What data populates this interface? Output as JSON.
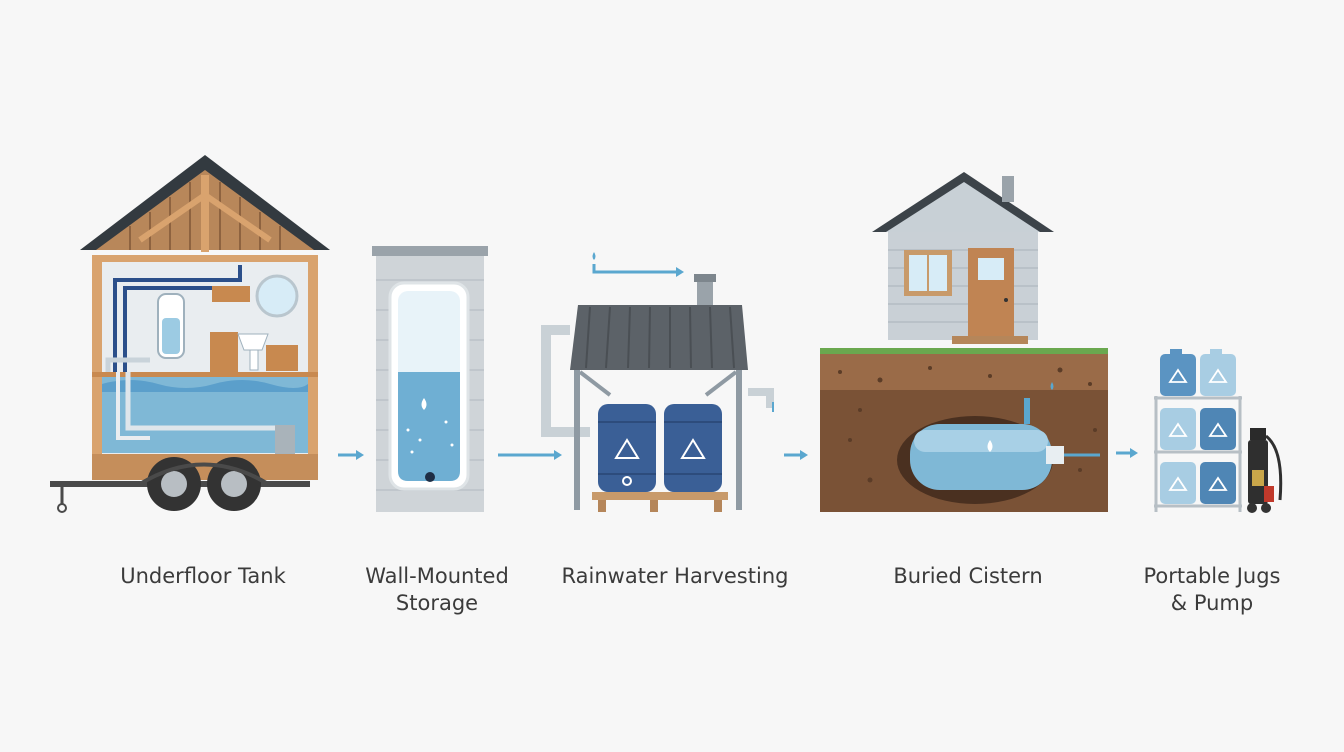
{
  "steps": [
    {
      "label": "Underfloor Tank"
    },
    {
      "label": "Wall-Mounted\nStorage"
    },
    {
      "label": "Rainwater Harvesting"
    },
    {
      "label": "Buried Cistern"
    },
    {
      "label": "Portable Jugs\n& Pump"
    }
  ],
  "colors": {
    "water": "#7fb8d6",
    "water_dark": "#3f82ad",
    "barrel": "#3a5f96",
    "wood": "#c89a6a",
    "soil": "#7a5236",
    "grass": "#6aa84f",
    "arrow": "#5aa7cf",
    "metal": "#8f9aa3"
  }
}
